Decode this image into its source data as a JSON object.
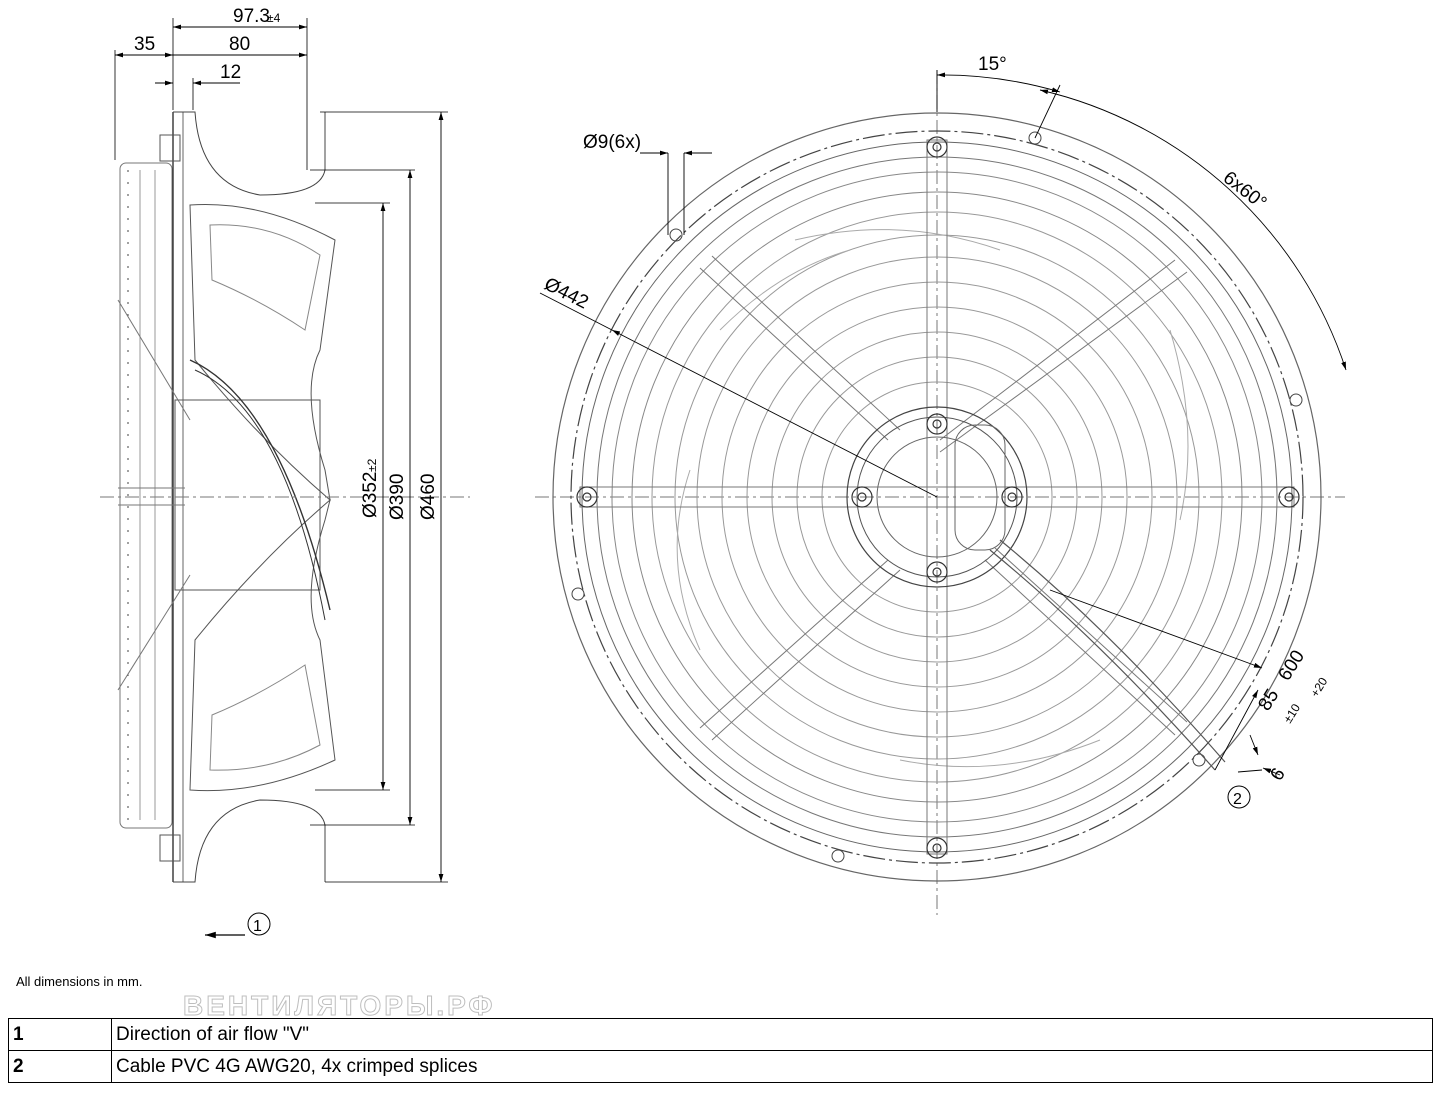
{
  "dimensions": {
    "top_overall": "97.3",
    "top_overall_tol": "±4",
    "left_35": "35",
    "mid_80": "80",
    "small_12": "12",
    "dia_352": "Ø352",
    "dia_352_tol": "±2",
    "dia_390": "Ø390",
    "dia_460": "Ø460",
    "angle_15": "15°",
    "holes": "Ø9(6x)",
    "pattern": "6x60°",
    "dia_442": "Ø442",
    "cable_600": "600",
    "cable_600_tol": "+20",
    "cable_85": "85",
    "cable_85_tol": "±10",
    "cable_6": "6"
  },
  "callouts": {
    "one": "1",
    "two": "2"
  },
  "note": "All dimensions in mm.",
  "watermark": "ВЕНТИЛЯТОРЫ.РФ",
  "legend": [
    {
      "num": "1",
      "text": "Direction of air flow \"V\""
    },
    {
      "num": "2",
      "text": "Cable PVC 4G AWG20, 4x crimped splices"
    }
  ]
}
